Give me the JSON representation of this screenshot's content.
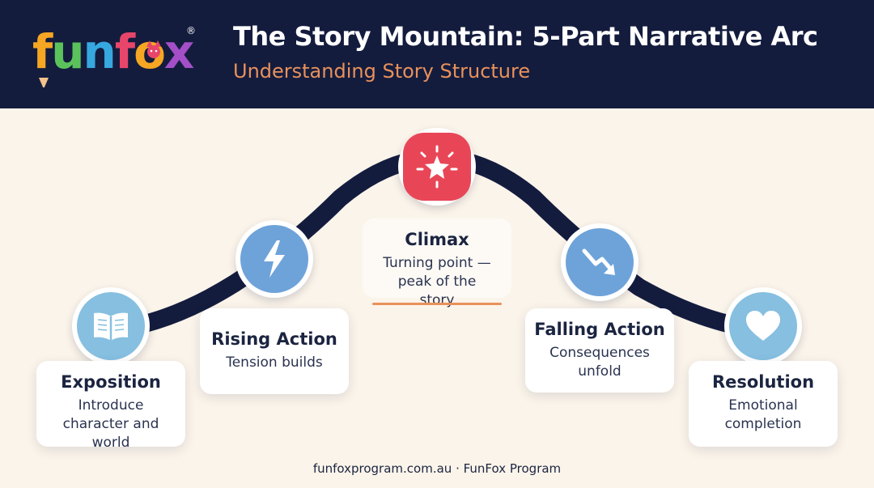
{
  "header": {
    "logo_text": "funfox",
    "logo_mark": "®",
    "title": "The Story Mountain: 5-Part Narrative Arc",
    "subtitle": "Understanding Story Structure"
  },
  "stages": [
    {
      "title": "Exposition",
      "description": "Introduce character and world",
      "icon": "open-book-icon"
    },
    {
      "title": "Rising Action",
      "description": "Tension builds",
      "icon": "lightning-bolt-icon"
    },
    {
      "title": "Climax",
      "description": "Turning point — peak of the story",
      "icon": "star-burst-icon"
    },
    {
      "title": "Falling Action",
      "description": "Consequences unfold",
      "icon": "trend-down-arrow-icon"
    },
    {
      "title": "Resolution",
      "description": "Emotional completion",
      "icon": "heart-icon"
    }
  ],
  "colors": {
    "header_bg": "#141c3e",
    "background": "#fbf4ea",
    "arc": "#141c3e",
    "accent_orange": "#e8915a",
    "climax_red": "#e84657",
    "node_blue": "#6ea3da",
    "node_light_blue": "#86bfe0"
  },
  "footer": {
    "text": "funfoxprogram.com.au · FunFox Program"
  }
}
